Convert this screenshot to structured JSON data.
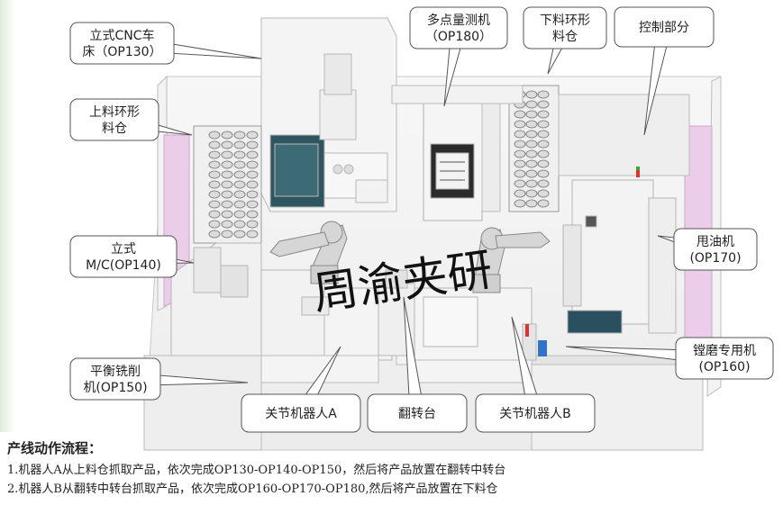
{
  "labels": {
    "cnc_lathe": [
      "立式CNC车",
      "床（OP130）"
    ],
    "loading_bin": [
      "上料环形",
      "料仓"
    ],
    "vertical_mc": [
      "立式",
      "M/C(OP140)"
    ],
    "balance_mill": [
      "平衡铣削",
      "机(OP150)"
    ],
    "measuring": [
      "多点量测机",
      "（OP180）"
    ],
    "unloading_bin": [
      "下料环形",
      "料仓"
    ],
    "control": [
      "控制部分"
    ],
    "oiler": [
      "甩油机",
      "(OP170)"
    ],
    "boring": [
      "镗磨专用机",
      "(OP160)"
    ],
    "robot_a": [
      "关节机器人A"
    ],
    "flip_table": [
      "翻转台"
    ],
    "robot_b": [
      "关节机器人B"
    ]
  },
  "watermark": "周渝夹研",
  "flow": {
    "title": "产线动作流程：",
    "line1": "1.机器人A从上料仓抓取产品，依次完成OP130-OP140-OP150，然后将产品放置在翻转中转台",
    "line2": "2.机器人B从翻转中转台抓取产品，依次完成OP160-OP170-OP180,然后将产品放置在下料仓"
  },
  "colors": {
    "wall": "#f1f1f1",
    "wall_edge": "#bbbbbb",
    "side_panel": "#e8c8e6",
    "machine_dark": "#2e5660",
    "robot": "#d8d8d8",
    "callout_border": "#555555",
    "signal_red": "#d33",
    "signal_green": "#3a3",
    "signal_blue": "#2f74c8"
  }
}
